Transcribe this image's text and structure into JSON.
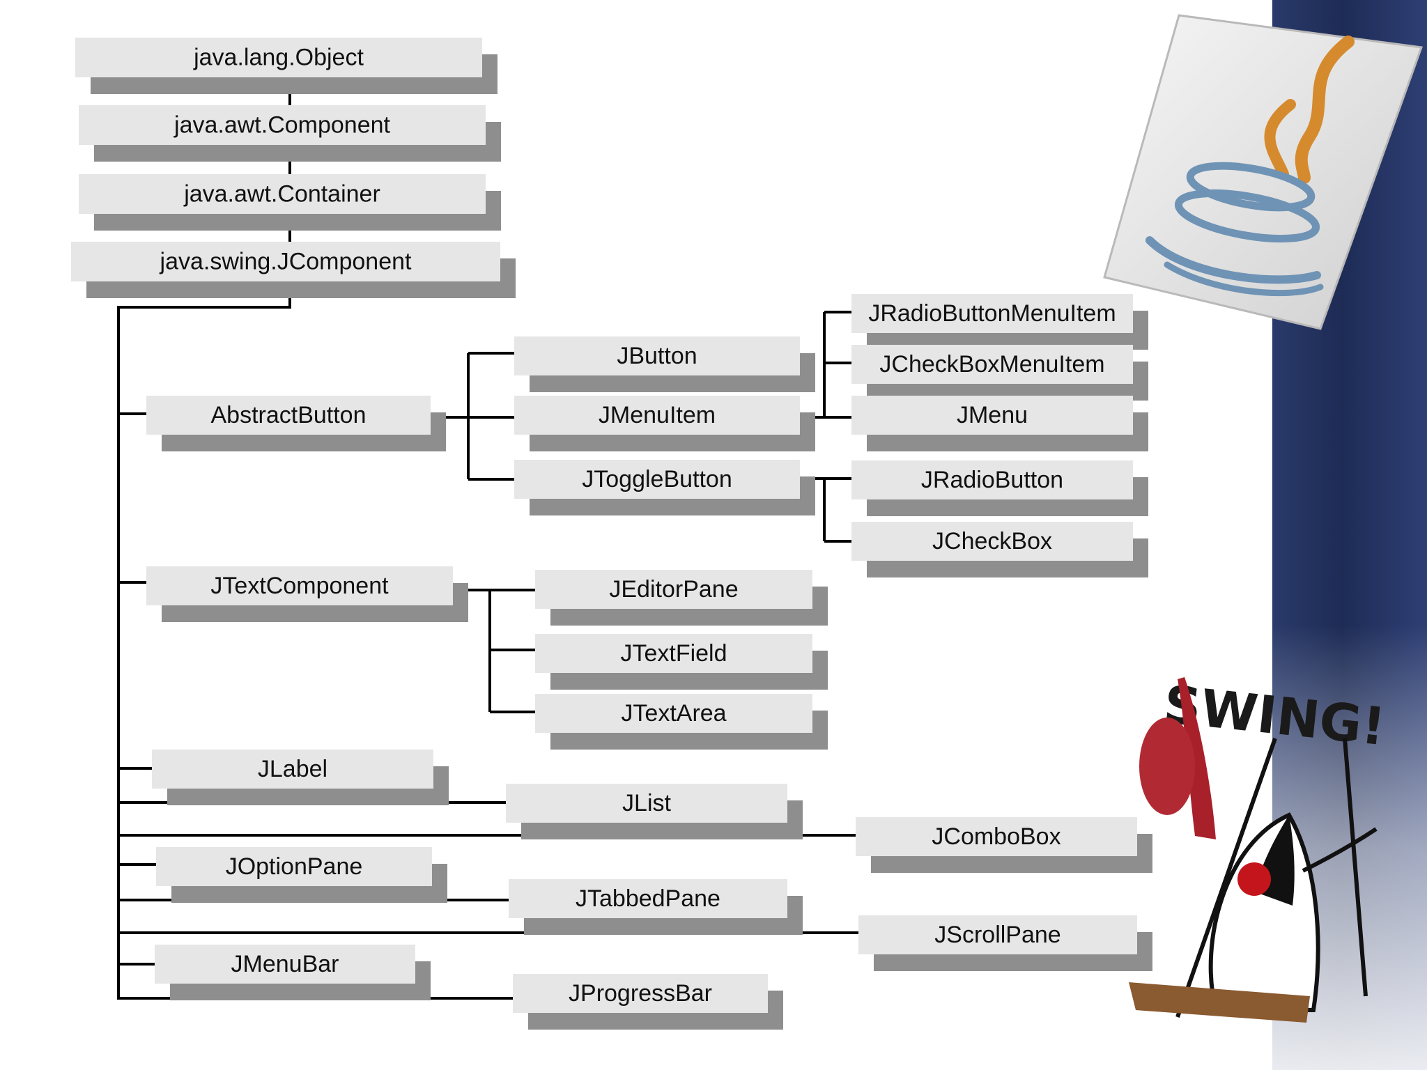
{
  "diagram": {
    "root": "java.lang.Object",
    "chain": [
      "java.awt.Component",
      "java.awt.Container",
      "java.swing.JComponent"
    ],
    "abstract_button": {
      "label": "AbstractButton",
      "children": [
        "JButton",
        "JMenuItem",
        "JToggleButton"
      ],
      "menu_item_children": [
        "JRadioButtonMenuItem",
        "JCheckBoxMenuItem",
        "JMenu"
      ],
      "toggle_children": [
        "JRadioButton",
        "JCheckBox"
      ]
    },
    "text_component": {
      "label": "JTextComponent",
      "children": [
        "JEditorPane",
        "JTextField",
        "JTextArea"
      ]
    },
    "other_components": [
      "JLabel",
      "JList",
      "JComboBox",
      "JOptionPane",
      "JTabbedPane",
      "JScrollPane",
      "JMenuBar",
      "JProgressBar"
    ]
  },
  "decorations": {
    "java_logo": "java-coffee-cup-icon",
    "duke_sign_text": "SWING!",
    "duke_mascot": "duke-mascot-icon"
  },
  "colors": {
    "box_face": "#e6e6e6",
    "box_shadow": "#8e8e8e",
    "connector": "#000000",
    "side_panel": "#22305e",
    "java_orange": "#d68a2e",
    "java_blue": "#6f93b5",
    "foam_finger": "#a8202a"
  }
}
